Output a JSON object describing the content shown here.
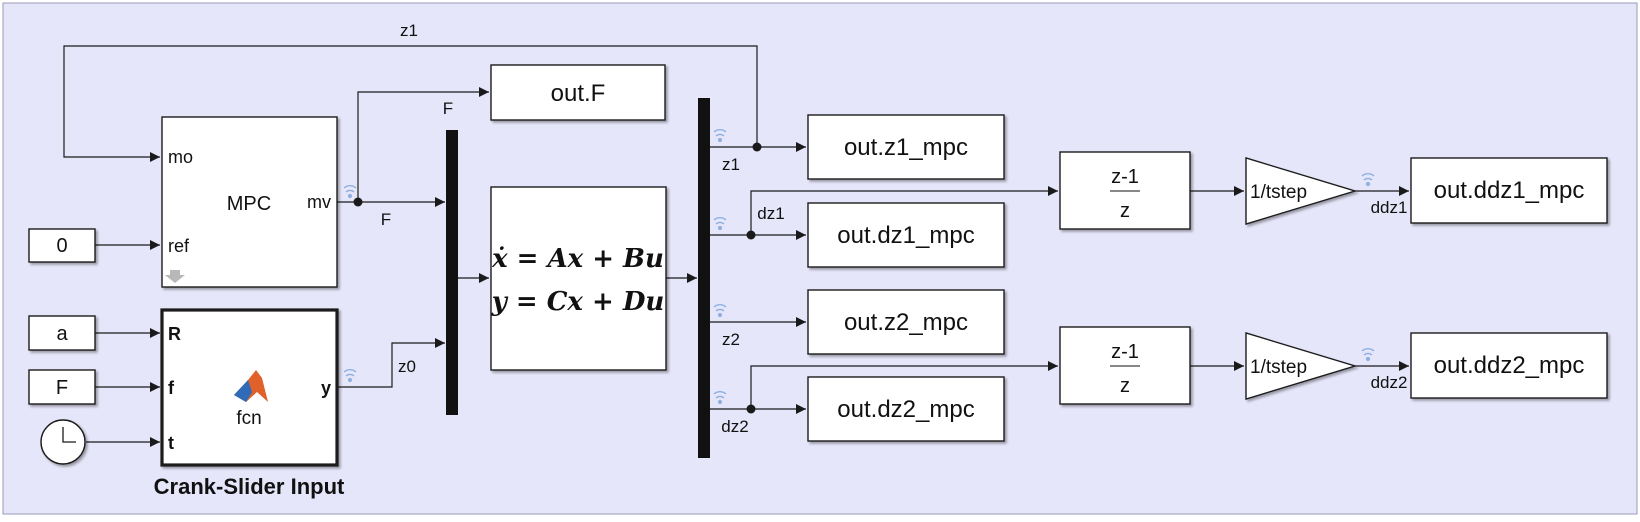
{
  "canvas": {
    "background": "#e6e6fa",
    "wifi_color": "#8fb0e0",
    "matlab_colors": [
      "#e0622a",
      "#2f6bb7"
    ]
  },
  "blocks": {
    "mpc": {
      "title": "MPC",
      "port_mo": "mo",
      "port_ref": "ref",
      "port_mv": "mv"
    },
    "const0": {
      "value": "0"
    },
    "const_a": {
      "value": "a"
    },
    "const_f": {
      "value": "F"
    },
    "fcn": {
      "name": "fcn",
      "port_r": "R",
      "port_f": "f",
      "port_t": "t",
      "port_y": "y",
      "caption": "Crank-Slider Input"
    },
    "state_space": {
      "line1": "ẋ = Ax + Bu",
      "line2": "y = Cx + Du"
    },
    "out_f": {
      "label": "out.F"
    },
    "out_z1": {
      "label": "out.z1_mpc"
    },
    "out_dz1": {
      "label": "out.dz1_mpc"
    },
    "out_z2": {
      "label": "out.z2_mpc"
    },
    "out_dz2": {
      "label": "out.dz2_mpc"
    },
    "tf1": {
      "num": "z-1",
      "den": "z"
    },
    "tf2": {
      "num": "z-1",
      "den": "z"
    },
    "gain1": {
      "label": "1/tstep"
    },
    "gain2": {
      "label": "1/tstep"
    },
    "out_ddz1": {
      "label": "out.ddz1_mpc"
    },
    "out_ddz2": {
      "label": "out.ddz2_mpc"
    }
  },
  "signals": {
    "z1_top": "z1",
    "f_top": "F",
    "f_mid": "F",
    "z0": "z0",
    "z1": "z1",
    "dz1": "dz1",
    "z2": "z2",
    "dz2": "dz2",
    "ddz1": "ddz1",
    "ddz2": "ddz2"
  }
}
